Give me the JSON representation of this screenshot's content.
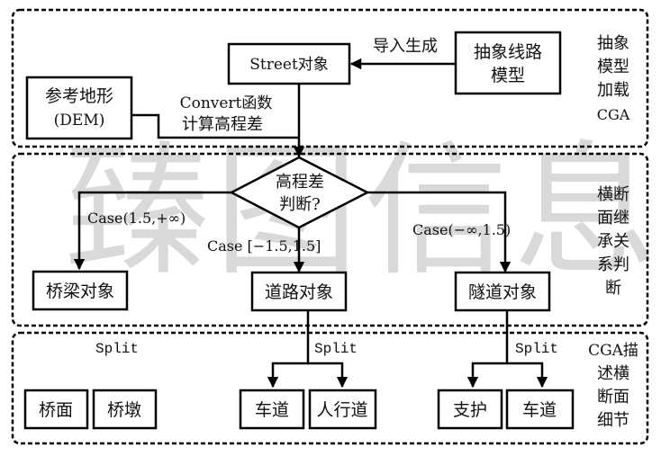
{
  "colors": {
    "stroke": "#000000",
    "text": "#111111",
    "watermark": "#d6d6d6",
    "background": "#ffffff"
  },
  "watermark": {
    "text": "臻图信息"
  },
  "sections": {
    "top": {
      "label_lines": [
        "抽象",
        "模型",
        "加载",
        "CGA"
      ],
      "street_node": "Street对象",
      "abstract_node_lines": [
        "抽象线路",
        "模型"
      ],
      "import_label": "导入生成",
      "dem_node_lines": [
        "参考地形",
        "(DEM)"
      ],
      "convert_label_lines": [
        "Convert函数",
        "计算高程差"
      ]
    },
    "middle": {
      "label_lines": [
        "横断",
        "面继",
        "承关",
        "系判",
        "断"
      ],
      "decision_lines": [
        "高程差",
        "判断?"
      ],
      "case_bridge": "Case(1.5,+∞)",
      "case_road": "Case [−1.5,1.5]",
      "case_tunnel": "Case(−∞,1.5)",
      "bridge_node": "桥梁对象",
      "road_node": "道路对象",
      "tunnel_node": "隧道对象"
    },
    "bottom": {
      "label_lines": [
        "CGA描",
        "述横",
        "断面",
        "细节"
      ],
      "split_bridge": "Split",
      "split_road": "Split",
      "split_tunnel": "Split",
      "bridge_parts": [
        "桥面",
        "桥墩"
      ],
      "road_parts": [
        "车道",
        "人行道"
      ],
      "tunnel_parts": [
        "支护",
        "车道"
      ]
    }
  }
}
